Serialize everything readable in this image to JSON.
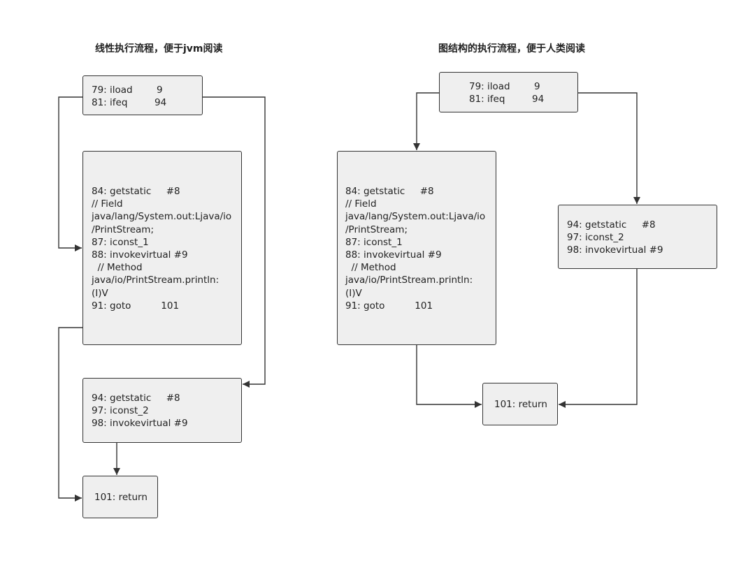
{
  "left": {
    "title": "线性执行流程，便于jvm阅读",
    "block79": "79: iload        9\n81: ifeq         94",
    "block84": "84: getstatic     #8\n// Field\njava/lang/System.out:Ljava/io\n/PrintStream;\n87: iconst_1\n88: invokevirtual #9\n  // Method\njava/io/PrintStream.println:\n(I)V\n91: goto          101",
    "block94": "94: getstatic     #8\n97: iconst_2\n98: invokevirtual #9",
    "block101": "101: return"
  },
  "right": {
    "title": "图结构的执行流程，便于人类阅读",
    "block79": "79: iload        9\n81: ifeq         94",
    "block84": "84: getstatic     #8\n// Field\njava/lang/System.out:Ljava/io\n/PrintStream;\n87: iconst_1\n88: invokevirtual #9\n  // Method\njava/io/PrintStream.println:\n(I)V\n91: goto          101",
    "block94": "94: getstatic     #8\n97: iconst_2\n98: invokevirtual #9",
    "block101": "101: return"
  }
}
